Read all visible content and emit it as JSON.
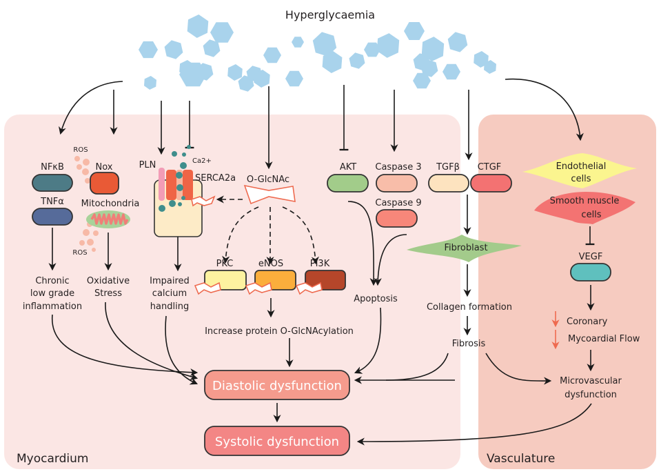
{
  "title": "Hyperglycaemia",
  "regions": {
    "myocardium": "Myocardium",
    "vasculature": "Vasculature"
  },
  "colors": {
    "myocardium_bg": "#fbe6e4",
    "vasculature_bg": "#f6cbc0",
    "glucose": "#a9d3ec",
    "nfkb": "#4d7b86",
    "tnfa": "#566b9a",
    "nox": "#e95a36",
    "mitochondria_outer": "#a9d29a",
    "mitochondria_inner": "#f07f78",
    "ros": "#f7b9a6",
    "pln": "#f29cb6",
    "serca": "#ef6446",
    "ca": "#3f8e8c",
    "sr_box": "#fdebc7",
    "pkc": "#fdf2a0",
    "enos": "#fbae3c",
    "pi3k": "#b5462a",
    "akt": "#a2cc8a",
    "caspase3": "#f8bda9",
    "caspase9": "#f7877a",
    "tgfb": "#fde3bf",
    "ctgf": "#f37272",
    "fibroblast": "#a3cb8b",
    "endothelial": "#fbf58f",
    "smooth_muscle": "#f37372",
    "vegf": "#5fc0be",
    "diastolic": "#f59b8d",
    "systolic": "#f38685",
    "down_arrow": "#ee6a4f"
  },
  "nodes": {
    "ros_top": "ROS",
    "ros_bottom": "ROS",
    "nfkb": "NFκB",
    "nox": "Nox",
    "tnfa": "TNFα",
    "mitochondria": "Mitochondria",
    "pln": "PLN",
    "ca2": "Ca2+",
    "serca2a": "SERCA2a",
    "oglcnac": "O-GlcNAc",
    "pkc": "PKC",
    "enos": "eNOS",
    "pi3k": "PI3K",
    "akt": "AKT",
    "caspase3": "Caspase 3",
    "caspase9": "Caspase 9",
    "tgfb": "TGFβ",
    "ctgf": "CTGF",
    "fibroblast": "Fibroblast",
    "endothelial": [
      "Endothelial",
      "cells"
    ],
    "smooth_muscle": [
      "Smooth muscle",
      "cells"
    ],
    "vegf": "VEGF"
  },
  "outcomes": {
    "inflammation": [
      "Chronic",
      "low grade",
      "inflammation"
    ],
    "oxidative": [
      "Oxidative",
      "Stress"
    ],
    "calcium": [
      "Impaired",
      "calcium",
      "handling"
    ],
    "oglcnacylation": "Increase protein O-GlcNAcylation",
    "apoptosis": "Apoptosis",
    "collagen": "Collagen formation",
    "fibrosis": "Fibrosis",
    "coronary": "Coronary",
    "myocardial_flow": "Mycoardial Flow",
    "microvascular": [
      "Microvascular",
      "dysfunction"
    ],
    "diastolic": "Diastolic dysfunction",
    "systolic": "Systolic dysfunction"
  }
}
